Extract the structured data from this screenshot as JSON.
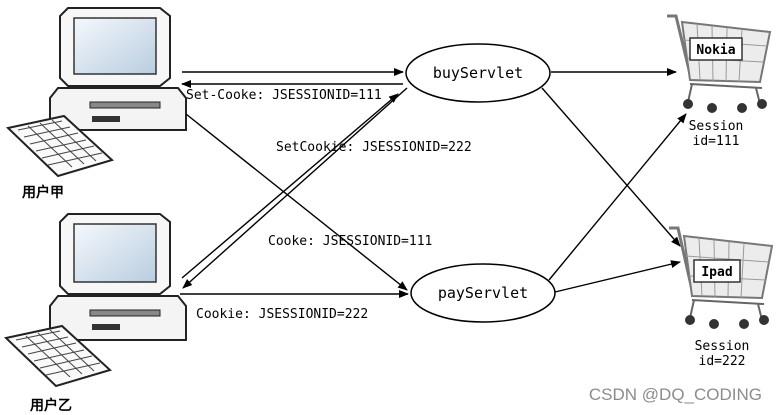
{
  "clients": {
    "a": {
      "label": "用户甲"
    },
    "b": {
      "label": "用户乙"
    }
  },
  "servlets": {
    "buy": {
      "label": "buyServlet"
    },
    "pay": {
      "label": "payServlet"
    }
  },
  "carts": {
    "nokia": {
      "item": "Nokia",
      "session_line1": "Session",
      "session_line2": "id=111"
    },
    "ipad": {
      "item": "Ipad",
      "session_line1": "Session",
      "session_line2": "id=222"
    }
  },
  "messages": {
    "set_cooke_111": "Set-Cooke: JSESSIONID=111",
    "setcookie_222": "SetCookie: JSESSIONID=222",
    "cooke_111": "Cooke: JSESSIONID=111",
    "cookie_222": "Cookie: JSESSIONID=222"
  },
  "watermark": "CSDN @DQ_CODING",
  "colors": {
    "line": "#000000",
    "monitor_screen": "#dfe9f3",
    "case": "#f4f4f4",
    "cart_frame": "#8a8a8a"
  }
}
